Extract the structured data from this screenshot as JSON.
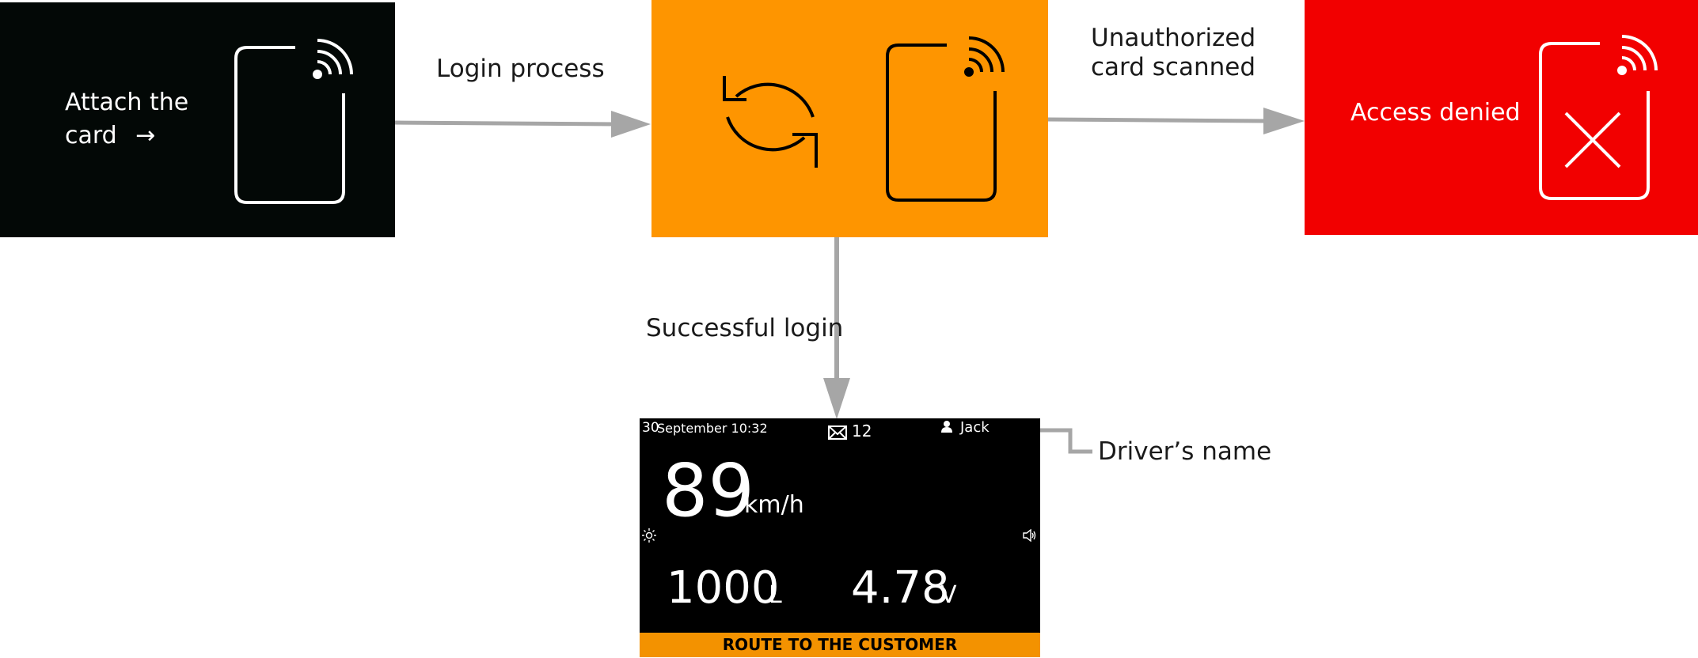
{
  "colors": {
    "black_panel": "#030806",
    "orange_panel": "#fe9500",
    "red_panel": "#f20000",
    "arrow": "#a6a6a6",
    "screen_accent": "#f39200"
  },
  "panels": {
    "attach": {
      "line1": "Attach the",
      "line2": "card",
      "arrow_glyph": "→",
      "icon": "nfc-card-icon"
    },
    "login": {
      "icons": [
        "refresh-icon",
        "nfc-card-icon"
      ]
    },
    "denied": {
      "title": "Access denied",
      "icon": "nfc-card-denied-icon"
    }
  },
  "labels": {
    "login_process": "Login process",
    "unauthorized_line1": "Unauthorized",
    "unauthorized_line2": "card scanned",
    "successful_login": "Successful login",
    "drivers_name": "Driver’s name"
  },
  "screen": {
    "day": "30",
    "date_time": "September 10:32",
    "messages_count": "12",
    "driver": "Jack",
    "speed": "89",
    "speed_unit": "km/h",
    "fuel": "1000",
    "fuel_unit": "L",
    "voltage": "4.78",
    "voltage_unit": "V",
    "footer": "ROUTE TO THE CUSTOMER"
  }
}
